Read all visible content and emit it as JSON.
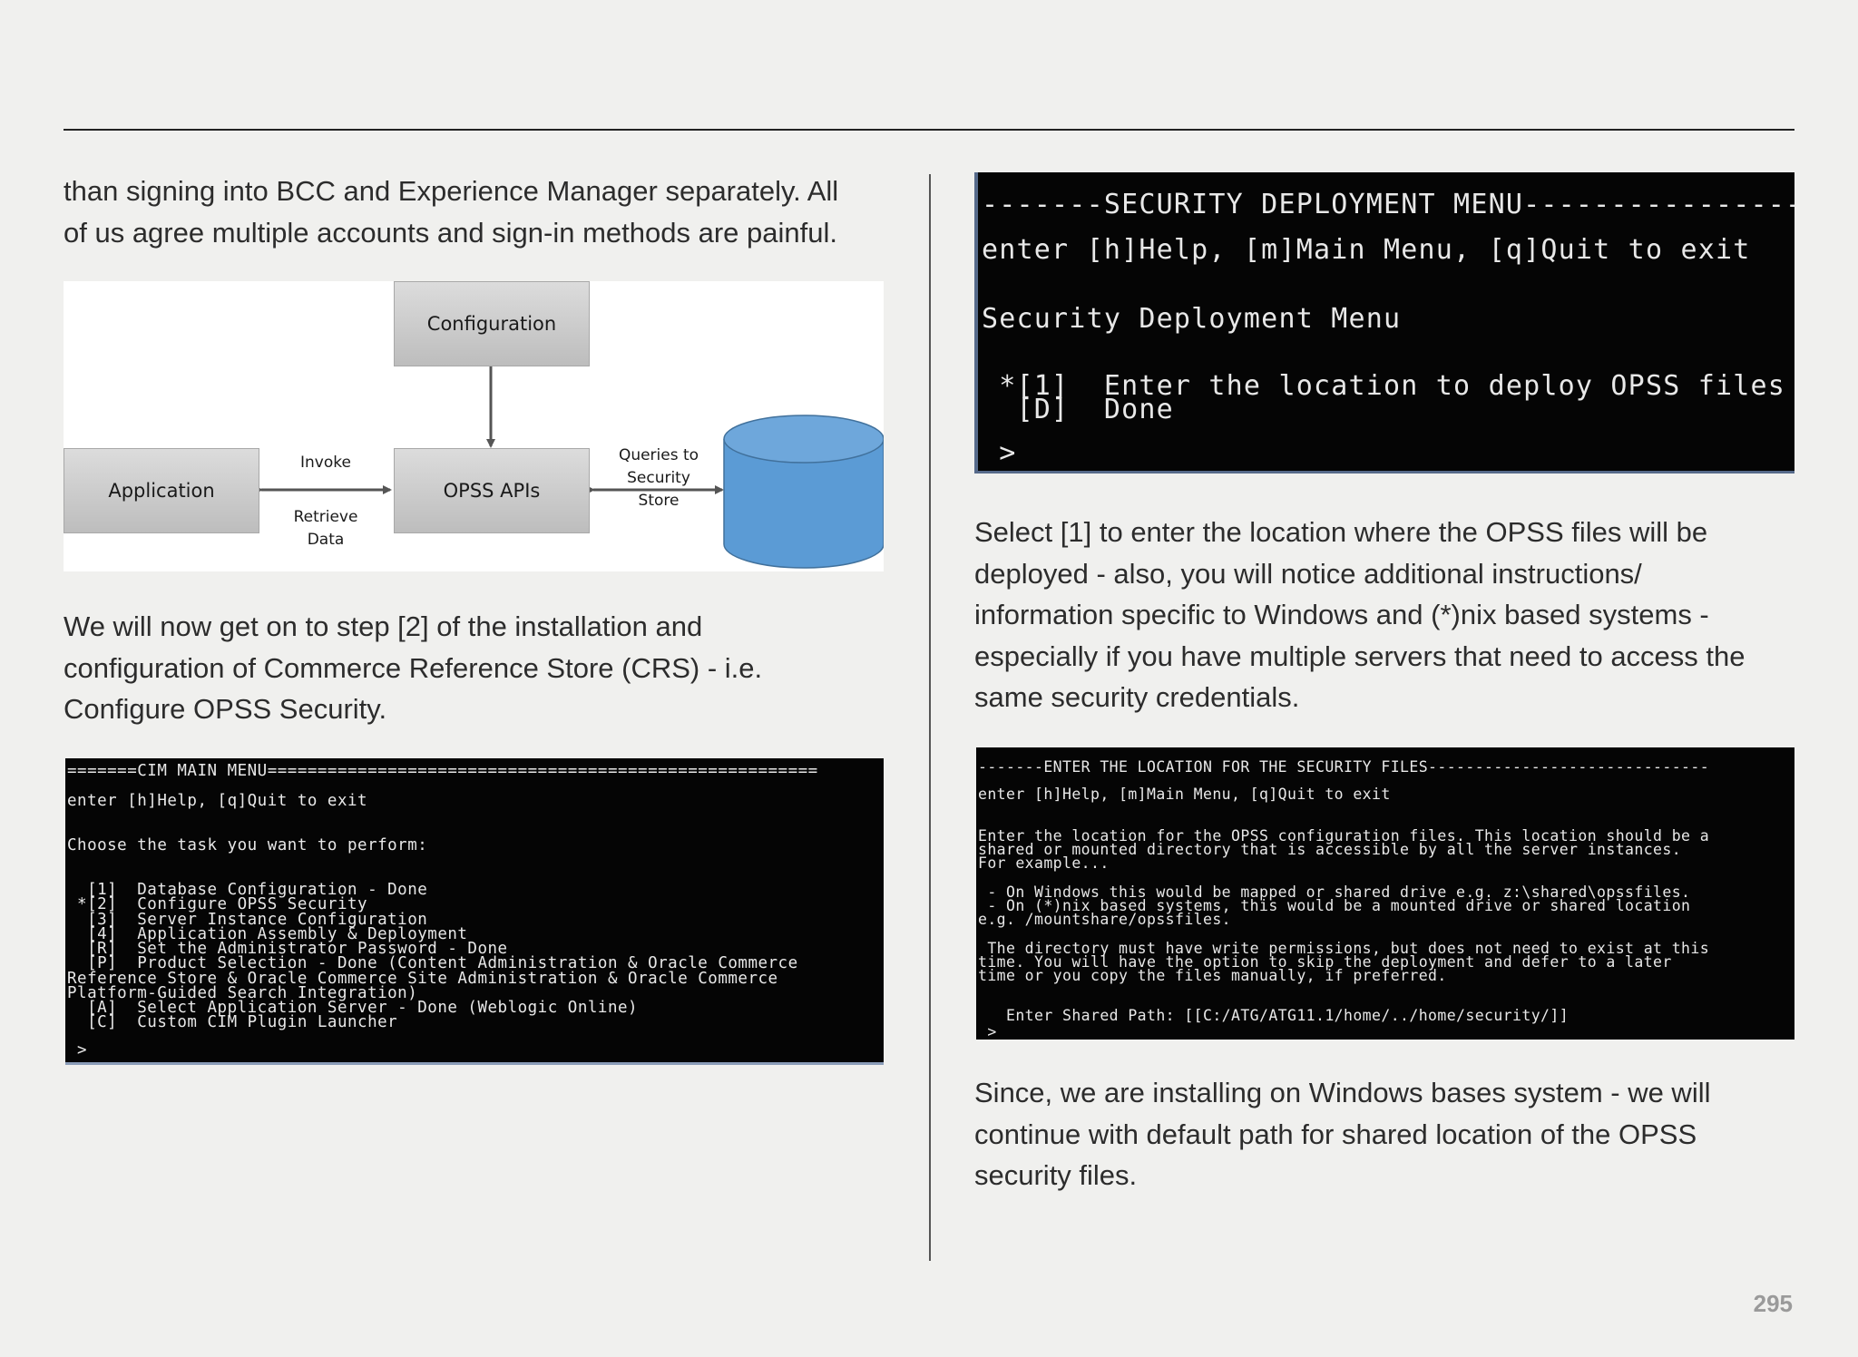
{
  "left_column": {
    "intro_lines": [
      "than signing into BCC and Experience Manager separately. All",
      "of us agree multiple accounts and sign-in methods are painful."
    ],
    "step_lines": [
      "We will now get on to step [2] of the installation and",
      "configuration of Commerce Reference Store (CRS) - i.e.",
      "Configure OPSS Security."
    ]
  },
  "diagram": {
    "configuration": "Configuration",
    "application": "Application",
    "opss_apis": "OPSS APIs",
    "invoke": "Invoke",
    "retrieve_data_lines": [
      "Retrieve",
      "Data"
    ],
    "queries_lines": [
      "Queries to",
      "Security",
      "Store"
    ],
    "colors": {
      "box_fill": "#c8c8c8",
      "cylinder_fill": "#5b9bd5",
      "arrow": "#555555"
    }
  },
  "terminal_security_menu": {
    "lines": [
      "-------SECURITY DEPLOYMENT MENU------------------",
      "enter [h]Help, [m]Main Menu, [q]Quit to exit",
      "Security Deployment Menu",
      " *[1]  Enter the location to deploy OPSS files",
      "  [D]  Done",
      " >"
    ]
  },
  "terminal_location": {
    "lines": [
      "-------ENTER THE LOCATION FOR THE SECURITY FILES------------------------------",
      "enter [h]Help, [m]Main Menu, [q]Quit to exit",
      "Enter the location for the OPSS configuration files. This location should be a",
      "shared or mounted directory that is accessible by all the server instances.",
      "For example...",
      " - On Windows this would be mapped or shared drive e.g. z:\\shared\\opssfiles.",
      " - On (*)nix based systems, this would be a mounted drive or shared location",
      "e.g. /mountshare/opssfiles.",
      " The directory must have write permissions, but does not need to exist at this",
      "time. You will have the option to skip the deployment and defer to a later",
      "time or you copy the files manually, if preferred.",
      "   Enter Shared Path: [[C:/ATG/ATG11.1/home/../home/security/]]",
      " > _"
    ]
  },
  "terminal_cim_main": {
    "lines": [
      "=======CIM MAIN MENU=======================================================",
      "enter [h]Help, [q]Quit to exit",
      "Choose the task you want to perform:",
      "  [1]  Database Configuration - Done",
      " *[2]  Configure OPSS Security",
      "  [3]  Server Instance Configuration",
      "  [4]  Application Assembly & Deployment",
      "  [R]  Set the Administrator Password - Done",
      "  [P]  Product Selection - Done (Content Administration & Oracle Commerce",
      "Reference Store & Oracle Commerce Site Administration & Oracle Commerce",
      "Platform-Guided Search Integration)",
      "  [A]  Select Application Server - Done (Weblogic Online)",
      "  [C]  Custom CIM Plugin Launcher",
      " >"
    ]
  },
  "right_column": {
    "select_lines": [
      "Select [1] to enter the location where the OPSS files will be",
      "deployed - also, you will notice additional instructions/",
      "information specific to Windows and (*)nix based systems -",
      "especially if you have multiple servers that need to access the",
      "same security credentials."
    ],
    "since_lines": [
      "Since, we are installing on Windows bases system - we will",
      "continue with default path for shared location of the OPSS",
      "security files."
    ]
  },
  "page_number": "295"
}
